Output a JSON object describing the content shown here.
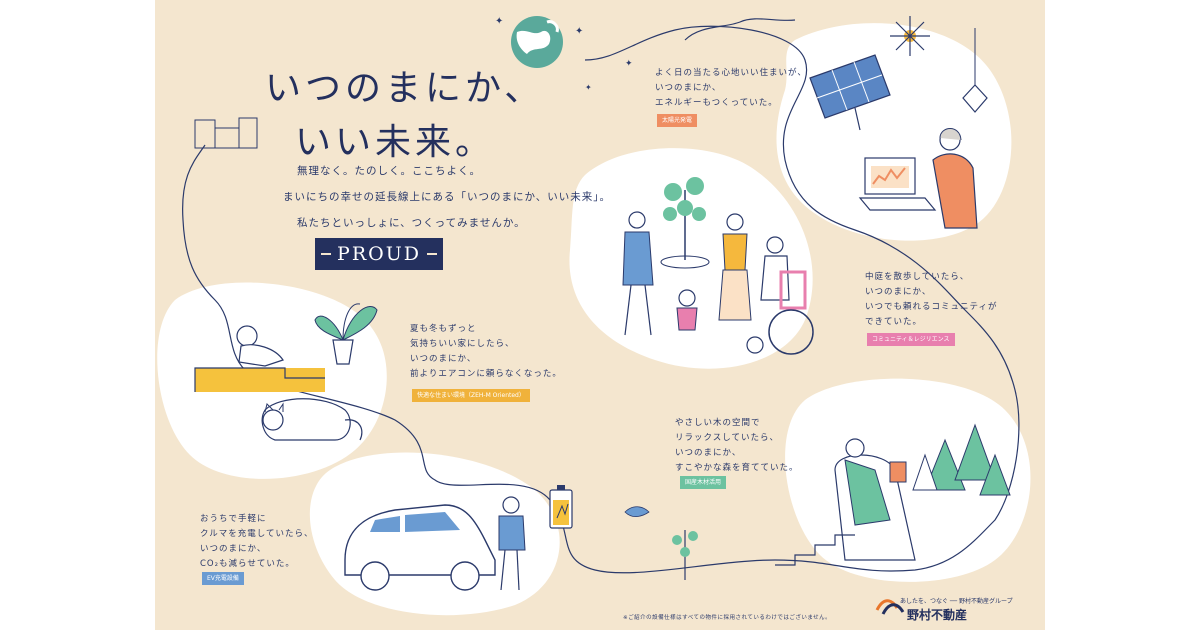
{
  "headline": {
    "line1": "いつのまにか、",
    "line2": "いい未来。"
  },
  "intro": {
    "line1": "無理なく。たのしく。ここちよく。",
    "line2": "まいにちの幸せの延長線上にある「いつのまにか、いい未来」。",
    "line3": "私たちといっしょに、つくってみませんか。"
  },
  "brand": {
    "proud": "PROUD",
    "slogan": "あしたを、つなぐ ── 野村不動産グループ",
    "company": "野村不動産"
  },
  "scenes": {
    "solar": {
      "line1": "よく日の当たる心地いい住まいが、",
      "line2": "いつのまにか、",
      "line3": "エネルギーもつくっていた。",
      "tag": "太陽光発電",
      "tag_color": "#ef8e62"
    },
    "community": {
      "line1": "中庭を散歩していたら、",
      "line2": "いつのまにか、",
      "line3": "いつでも頼れるコミュニティが",
      "line4": "できていた。",
      "tag": "コミュニティ＆レジリエンス",
      "tag_color": "#e87fae"
    },
    "comfort": {
      "line1": "夏も冬もずっと",
      "line2": "気持ちいい家にしたら、",
      "line3": "いつのまにか、",
      "line4": "前よりエアコンに頼らなくなった。",
      "tag": "快適な住まい環境（ZEH-M Oriented）",
      "tag_color": "#f0b23b"
    },
    "wood": {
      "line1": "やさしい木の空間で",
      "line2": "リラックスしていたら、",
      "line3": "いつのまにか、",
      "line4": "すこやかな森を育てていた。",
      "tag": "国産木材活用",
      "tag_color": "#6cc2a0"
    },
    "ev": {
      "line1": "おうちで手軽に",
      "line2": "クルマを充電していたら、",
      "line3": "いつのまにか、",
      "line4": "CO₂も減らせていた。",
      "tag": "EV充電設備",
      "tag_color": "#6a9bd2"
    }
  },
  "footnote": "※ご紹介の設備仕様はすべての物件に採用されているわけではございません。",
  "colors": {
    "background": "#f4e6cf",
    "navy": "#24305e",
    "blob": "#ffffff"
  },
  "icons": [
    "earth-icon",
    "sun-icon",
    "solar-panel-icon",
    "pendant-lamp-icon",
    "nomura-logo-icon"
  ]
}
